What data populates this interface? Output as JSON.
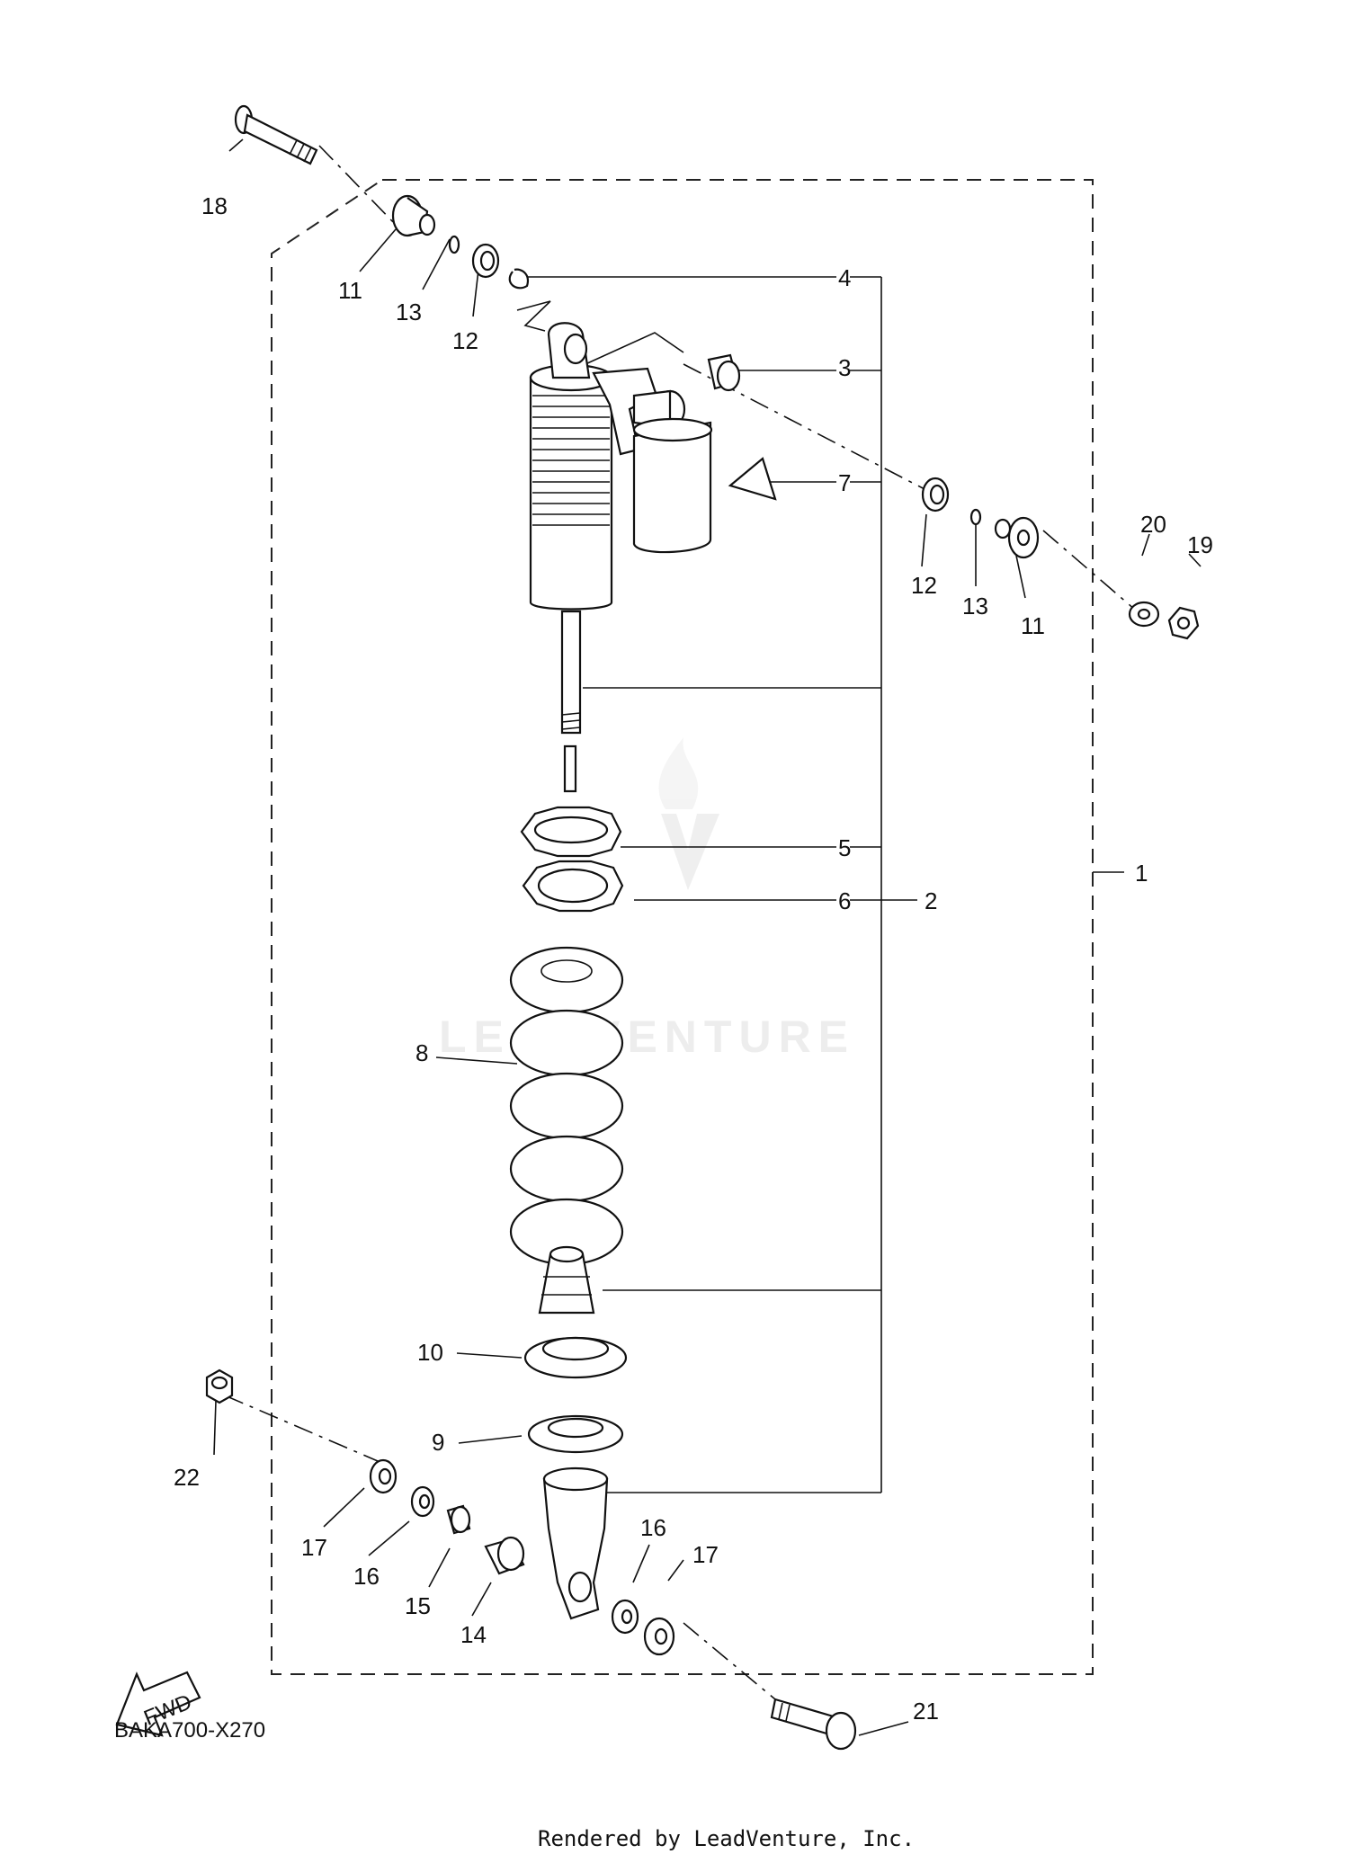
{
  "diagram_code": "BAKA700-X270",
  "render_credit": "Rendered by LeadVenture, Inc.",
  "watermark": "LEADVENTURE",
  "fwd_label": "FWD",
  "callouts": {
    "c1": "1",
    "c2": "2",
    "c3": "3",
    "c4": "4",
    "c5": "5",
    "c6": "6",
    "c7": "7",
    "c8": "8",
    "c9": "9",
    "c10": "10",
    "c11a": "11",
    "c11b": "11",
    "c12a": "12",
    "c12b": "12",
    "c13a": "13",
    "c13b": "13",
    "c14": "14",
    "c15": "15",
    "c16a": "16",
    "c16b": "16",
    "c17a": "17",
    "c17b": "17",
    "c18": "18",
    "c19": "19",
    "c20": "20",
    "c21": "21",
    "c22": "22"
  }
}
